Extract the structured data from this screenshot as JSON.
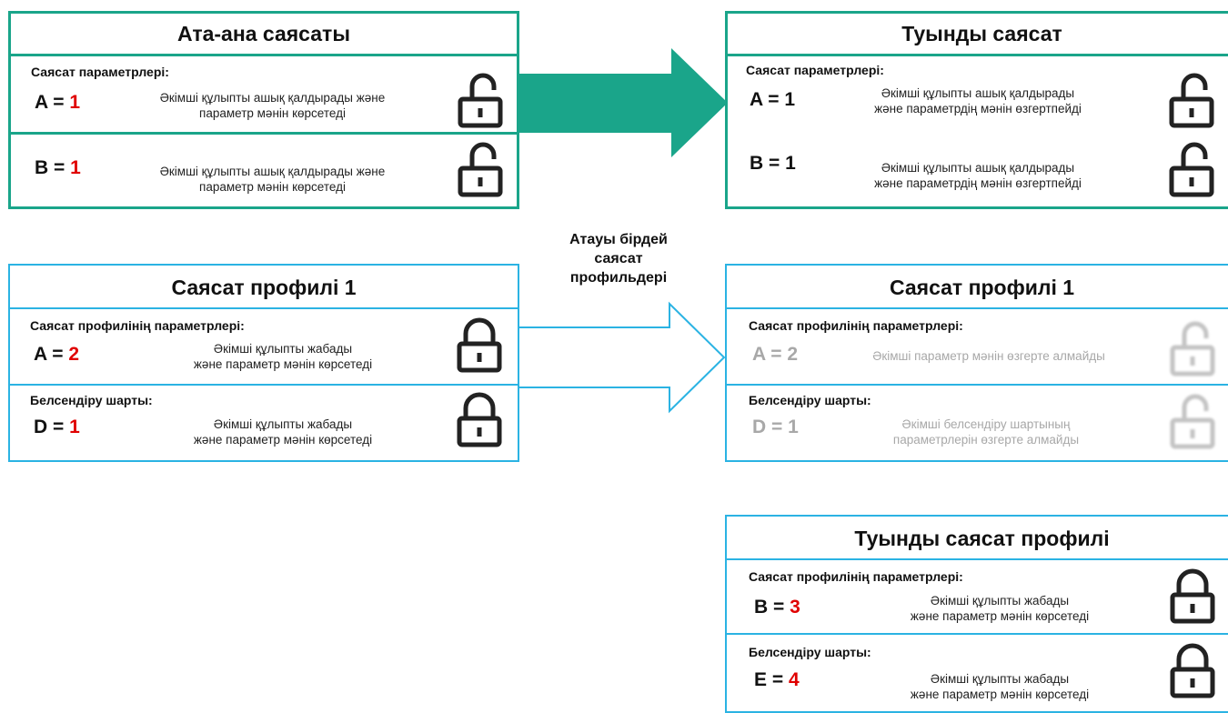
{
  "parent_policy": {
    "title": "Ата-ана саясаты",
    "section_label": "Саясат параметрлері:",
    "params": [
      {
        "name": "A = ",
        "value": "1",
        "desc_line1": "Әкімші құлыпты ашық қалдырады және",
        "desc_line2": "параметр мәнін көрсетеді",
        "lock": "unlocked"
      },
      {
        "name": "B = ",
        "value": "1",
        "desc_line1": "Әкімші құлыпты ашық қалдырады және",
        "desc_line2": "параметр мәнін көрсетеді",
        "lock": "unlocked"
      }
    ]
  },
  "child_policy": {
    "title": "Туынды саясат",
    "section_label": "Саясат параметрлері:",
    "params": [
      {
        "name": "A = ",
        "value": "1",
        "desc_line1": "Әкімші құлыпты ашық қалдырады",
        "desc_line2": "және параметрдің мәнін өзгертпейді",
        "lock": "unlocked"
      },
      {
        "name": "B = ",
        "value": "1",
        "desc_line1": "Әкімші құлыпты ашық қалдырады",
        "desc_line2": "және параметрдің мәнін өзгертпейді",
        "lock": "unlocked"
      }
    ]
  },
  "middle_label": {
    "line1": "Атауы бірдей",
    "line2": "саясат",
    "line3": "профильдері"
  },
  "profile_left": {
    "title": "Саясат профилі 1",
    "section1_label": "Саясат профилінің параметрлері:",
    "param1": {
      "name": "A = ",
      "value": "2",
      "desc_line1": "Әкімші құлыпты жабады",
      "desc_line2": "және параметр мәнін көрсетеді",
      "lock": "locked"
    },
    "section2_label": "Белсендіру шарты:",
    "param2": {
      "name": "D = ",
      "value": "1",
      "desc_line1": "Әкімші құлыпты жабады",
      "desc_line2": "және параметр мәнін көрсетеді",
      "lock": "locked"
    }
  },
  "profile_right": {
    "title": "Саясат профилі 1",
    "section1_label": "Саясат профилінің параметрлері:",
    "param1": {
      "name": "A = ",
      "value": "2",
      "desc_line1": "Әкімші параметр мәнін өзгерте алмайды",
      "desc_line2": "",
      "lock": "unlocked-disabled"
    },
    "section2_label": "Белсендіру шарты:",
    "param2": {
      "name": "D = ",
      "value": "1",
      "desc_line1": "Әкімші белсендіру шартының",
      "desc_line2": "параметрлерін өзгерте алмайды",
      "lock": "unlocked-disabled"
    }
  },
  "child_profile": {
    "title": "Туынды саясат профилі",
    "section1_label": "Саясат профилінің параметрлері:",
    "param1": {
      "name": "B = ",
      "value": "3",
      "desc_line1": "Әкімші құлыпты жабады",
      "desc_line2": "және параметр мәнін көрсетеді",
      "lock": "locked"
    },
    "section2_label": "Белсендіру шарты:",
    "param2": {
      "name": "E = ",
      "value": "4",
      "desc_line1": "Әкімші құлыпты жабады",
      "desc_line2": "және параметр мәнін көрсетеді",
      "lock": "locked"
    }
  },
  "colors": {
    "policy_border": "#1aa58a",
    "profile_border": "#2bb3e3",
    "highlight_value": "#e00000",
    "disabled_text": "#a8a8a8"
  }
}
